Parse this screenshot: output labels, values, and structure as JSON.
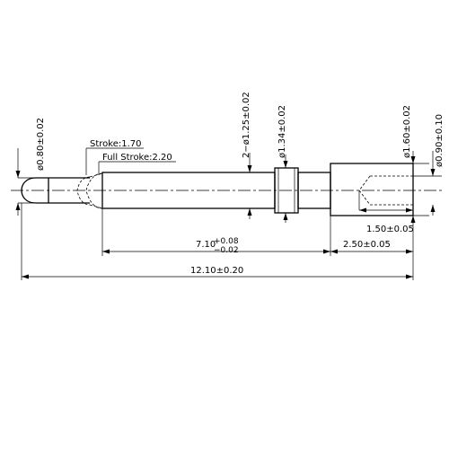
{
  "dimensions": {
    "d_tip": "ø0.80±0.02",
    "d_plunger": "2−ø1.25±0.02",
    "d_groove": "ø1.34±0.02",
    "d_barrel": "ø1.60±0.02",
    "d_bore": "ø0.90±0.10",
    "stroke": "Stroke:1.70",
    "full_stroke": "Full Stroke:2.20",
    "len_plunger_base": "7.10",
    "len_plunger_tol_upper": "+0.08",
    "len_plunger_tol_lower": "−0.02",
    "len_bore": "1.50±0.05",
    "len_barrel": "2.50±0.05",
    "len_total": "12.10±0.20"
  }
}
